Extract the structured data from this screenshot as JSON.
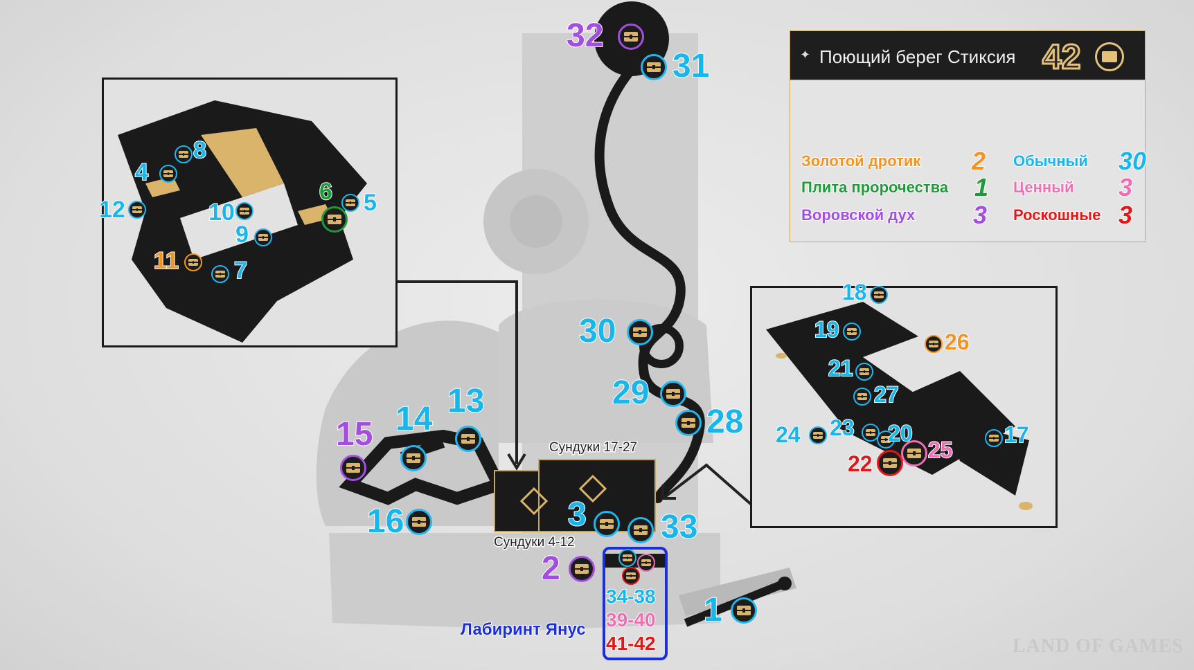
{
  "legend": {
    "title": "Поющий берег Стиксия",
    "total": "42",
    "rows": [
      {
        "label": "Золотой дротик",
        "value": "2",
        "color": "#f39322"
      },
      {
        "label": "Плита пророчества",
        "value": "1",
        "color": "#1f9a3a"
      },
      {
        "label": "Воровской дух",
        "value": "3",
        "color": "#a24fe0"
      },
      {
        "label": "Обычный",
        "value": "30",
        "color": "#19b6ec"
      },
      {
        "label": "Ценный",
        "value": "3",
        "color": "#ee6fb2"
      },
      {
        "label": "Роскошные",
        "value": "3",
        "color": "#e01818"
      }
    ]
  },
  "labels": {
    "chests_17_27": "Сундуки 17-27",
    "chests_4_12": "Сундуки 4-12",
    "janus_labyrinth": "Лабиринт Янус",
    "range_34_38": "34-38",
    "range_39_40": "39-40",
    "range_41_42": "41-42",
    "watermark": "LAND OF GAMES"
  },
  "markers": [
    {
      "id": "1",
      "type": "common"
    },
    {
      "id": "2",
      "type": "thief"
    },
    {
      "id": "3",
      "type": "common"
    },
    {
      "id": "4",
      "type": "common"
    },
    {
      "id": "5",
      "type": "common"
    },
    {
      "id": "6",
      "type": "prophecy"
    },
    {
      "id": "7",
      "type": "common"
    },
    {
      "id": "8",
      "type": "common"
    },
    {
      "id": "9",
      "type": "common"
    },
    {
      "id": "10",
      "type": "common"
    },
    {
      "id": "11",
      "type": "golden_dart"
    },
    {
      "id": "12",
      "type": "common"
    },
    {
      "id": "13",
      "type": "common"
    },
    {
      "id": "14",
      "type": "common"
    },
    {
      "id": "15",
      "type": "thief"
    },
    {
      "id": "16",
      "type": "common"
    },
    {
      "id": "17",
      "type": "common"
    },
    {
      "id": "18",
      "type": "common"
    },
    {
      "id": "19",
      "type": "common"
    },
    {
      "id": "20",
      "type": "common"
    },
    {
      "id": "21",
      "type": "common"
    },
    {
      "id": "22",
      "type": "luxurious"
    },
    {
      "id": "23",
      "type": "common"
    },
    {
      "id": "24",
      "type": "common"
    },
    {
      "id": "25",
      "type": "precious"
    },
    {
      "id": "26",
      "type": "golden_dart"
    },
    {
      "id": "27",
      "type": "common"
    },
    {
      "id": "28",
      "type": "common"
    },
    {
      "id": "29",
      "type": "common"
    },
    {
      "id": "30",
      "type": "common"
    },
    {
      "id": "31",
      "type": "common"
    },
    {
      "id": "32",
      "type": "thief"
    },
    {
      "id": "33",
      "type": "common"
    }
  ],
  "colors": {
    "common": "#19b6ec",
    "thief": "#a24fe0",
    "golden_dart": "#f39322",
    "prophecy": "#1f9a3a",
    "precious": "#ee6fb2",
    "luxurious": "#e01818",
    "map_dark": "#1a1a1a",
    "map_gold": "#d9b46a"
  }
}
